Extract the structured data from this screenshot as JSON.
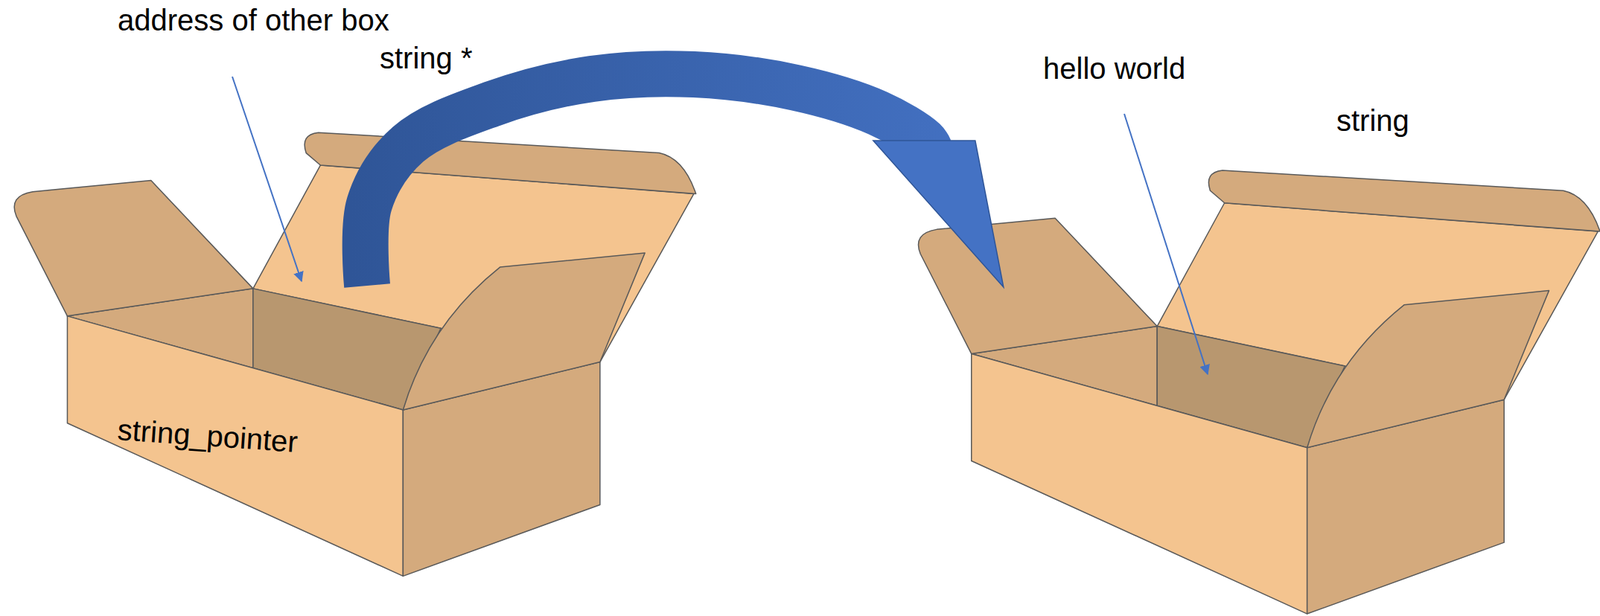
{
  "diagram": {
    "nodes": [
      {
        "text": [
          "string_pointer"
        ]
      },
      {
        "text": [
          "string"
        ]
      }
    ],
    "edges": [
      {
        "from": 0,
        "to": 1,
        "arrow": "to"
      }
    ],
    "labels": [
      "address of other box",
      "string *",
      "hello world"
    ]
  }
}
